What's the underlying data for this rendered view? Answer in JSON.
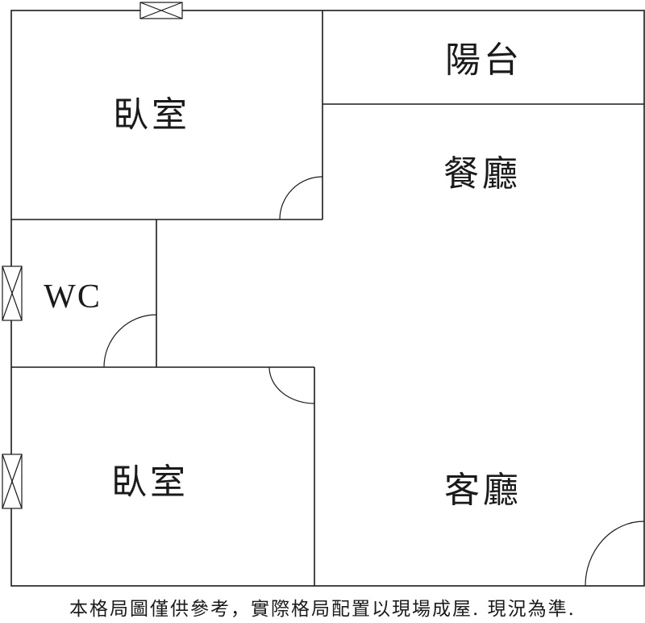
{
  "rooms": {
    "bedroom_top": "臥室",
    "balcony": "陽台",
    "dining": "餐廳",
    "wc": "WC",
    "bedroom_bottom": "臥室",
    "living": "客廳"
  },
  "disclaimer": "本格局圖僅供參考，實際格局配置以現場成屋. 現況為準.",
  "colors": {
    "line": "#1a1a1a",
    "background": "#ffffff"
  },
  "icons": {
    "window": "window-icon",
    "door_swing": "door-swing-icon"
  }
}
